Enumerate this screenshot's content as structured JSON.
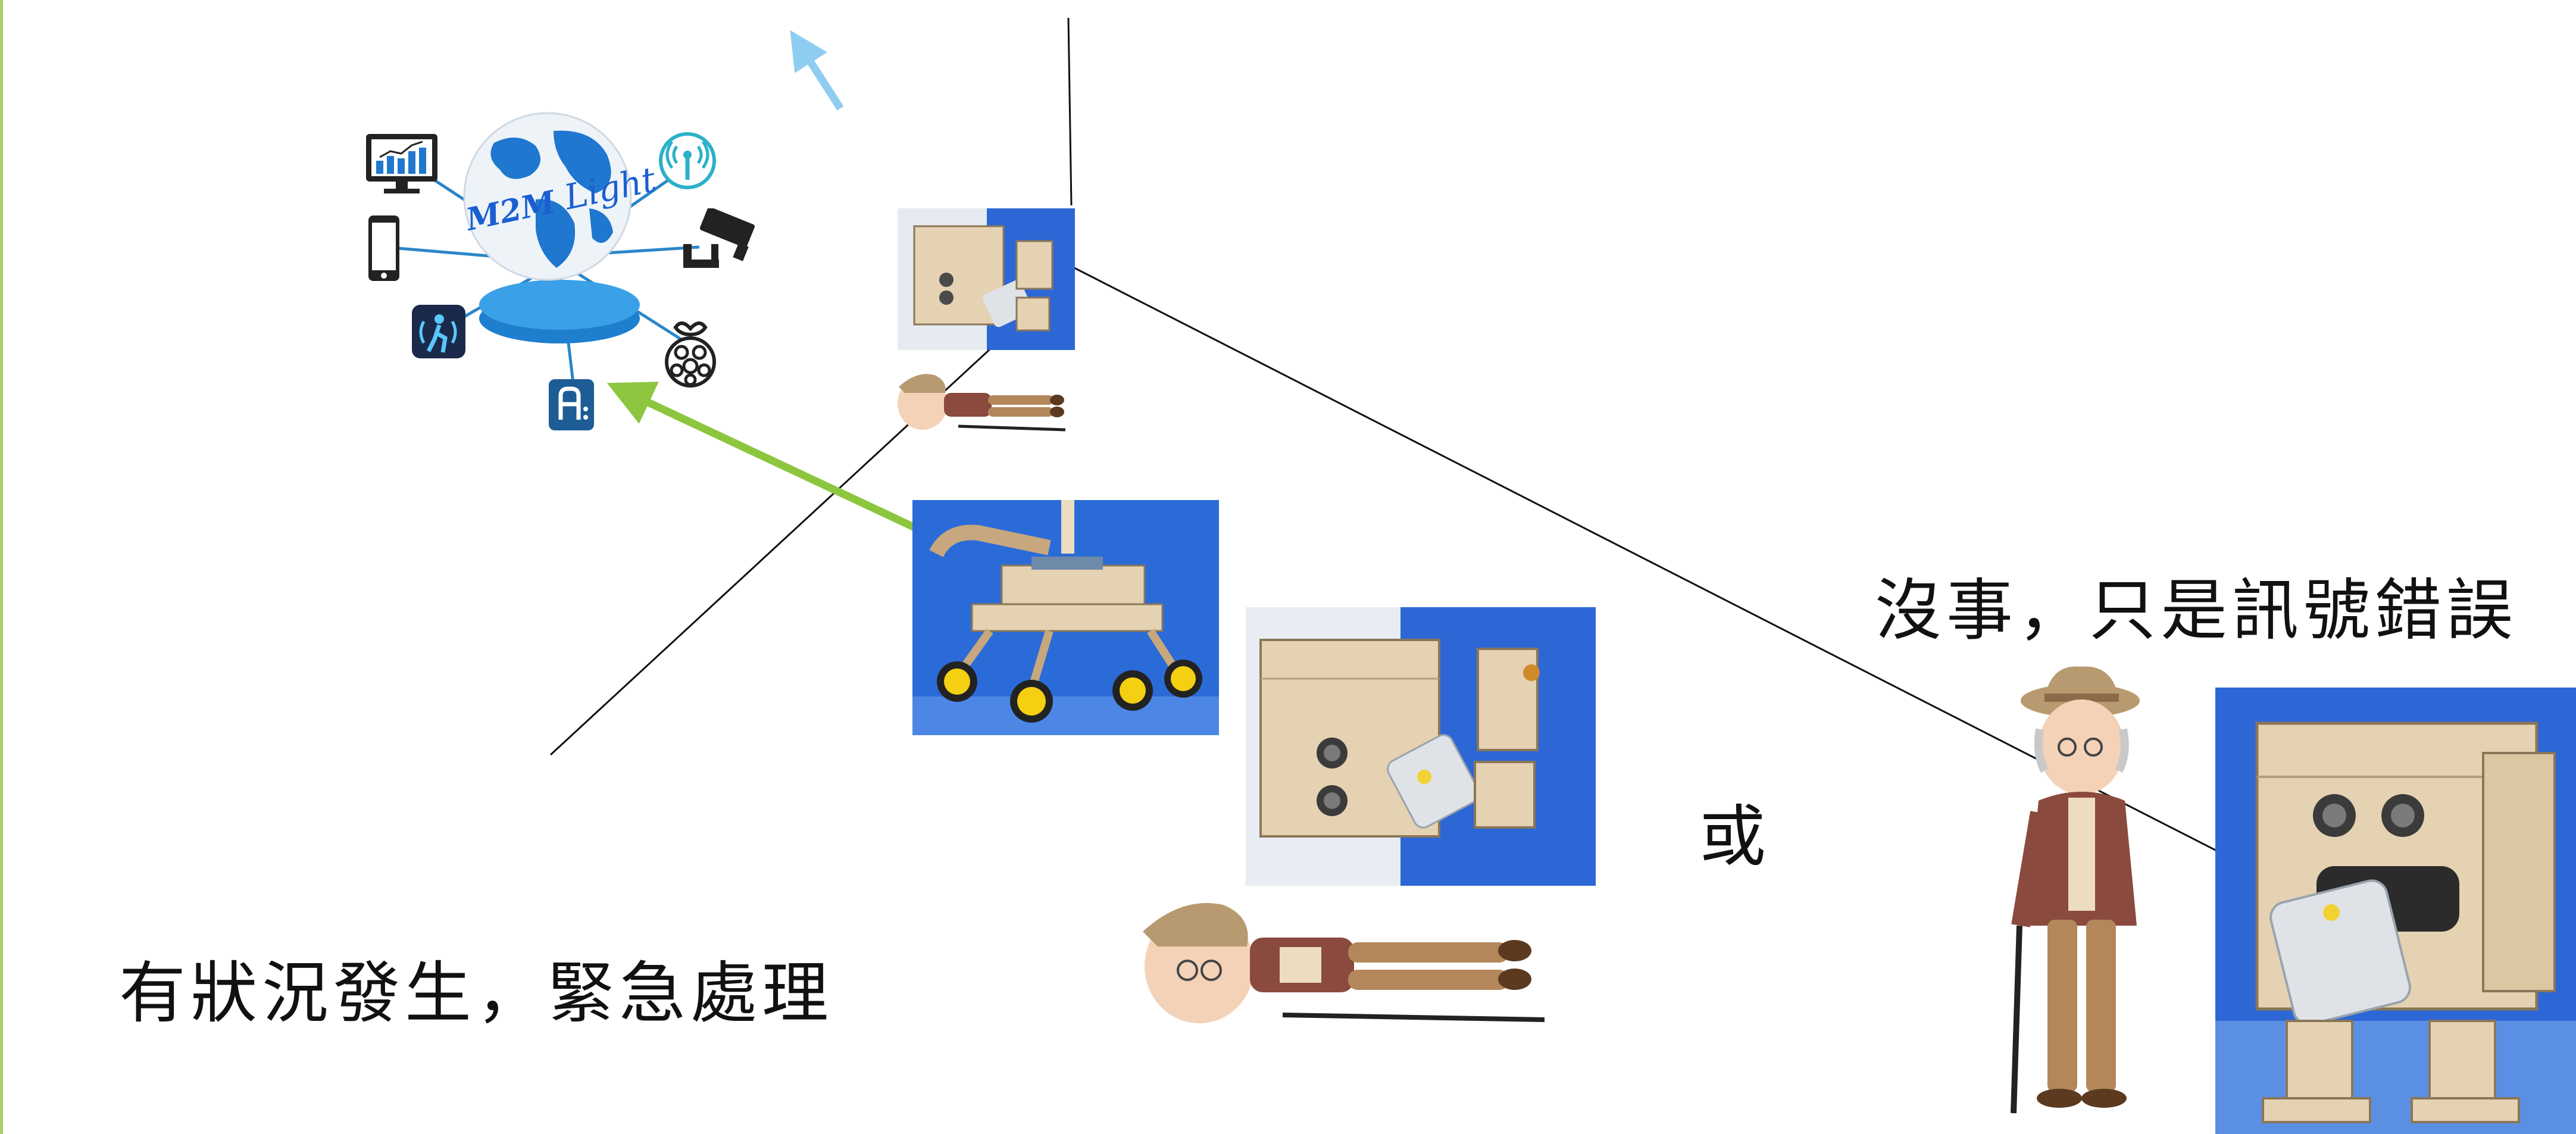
{
  "captions": {
    "emergency": "有狀況發生，緊急處理",
    "false_alarm": "沒事，只是訊號錯誤",
    "or": "或"
  },
  "iot_hub": {
    "logo_text": "M2M Light",
    "icons": [
      "monitor-chart-icon",
      "smartphone-icon",
      "motion-sensor-icon",
      "arduino-icon",
      "raspberry-pi-icon",
      "security-camera-icon",
      "wireless-signal-icon"
    ]
  },
  "colors": {
    "arrow_green": "#8cc63f",
    "arrow_light_blue": "#8ecdf0",
    "photo_bg": "#1e5fd0",
    "left_border": "#a9cf6a",
    "robot_wood": "#e4d2b2",
    "elder_jacket": "#8b4a3e",
    "elder_pants": "#b4875a",
    "wheel_yellow": "#f4cf12"
  }
}
